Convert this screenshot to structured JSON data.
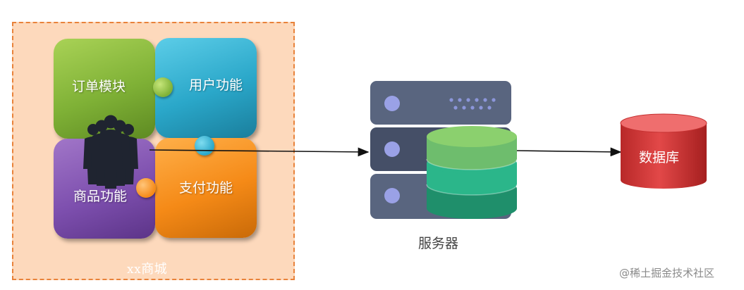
{
  "mall": {
    "label_prefix": "xx",
    "label_suffix": "商城"
  },
  "modules": {
    "order": "订单模块",
    "user": "用户功能",
    "goods": "商品功能",
    "pay": "支付功能"
  },
  "server": {
    "label": "服务器"
  },
  "database": {
    "label": "数据库"
  },
  "watermark": "@稀土掘金技术社区",
  "colors": {
    "mall_bg": "#fdd9bc",
    "mall_border": "#e8823a",
    "order": "#7fb136",
    "user": "#2aa7c9",
    "goods": "#7d4fae",
    "pay": "#f58a17",
    "server": "#4f5a78",
    "db_stack": "#2bb68a",
    "database": "#d63a3a"
  },
  "icons": [
    "users-group-icon",
    "server-rack-icon",
    "database-stack-icon",
    "database-cylinder-icon"
  ]
}
